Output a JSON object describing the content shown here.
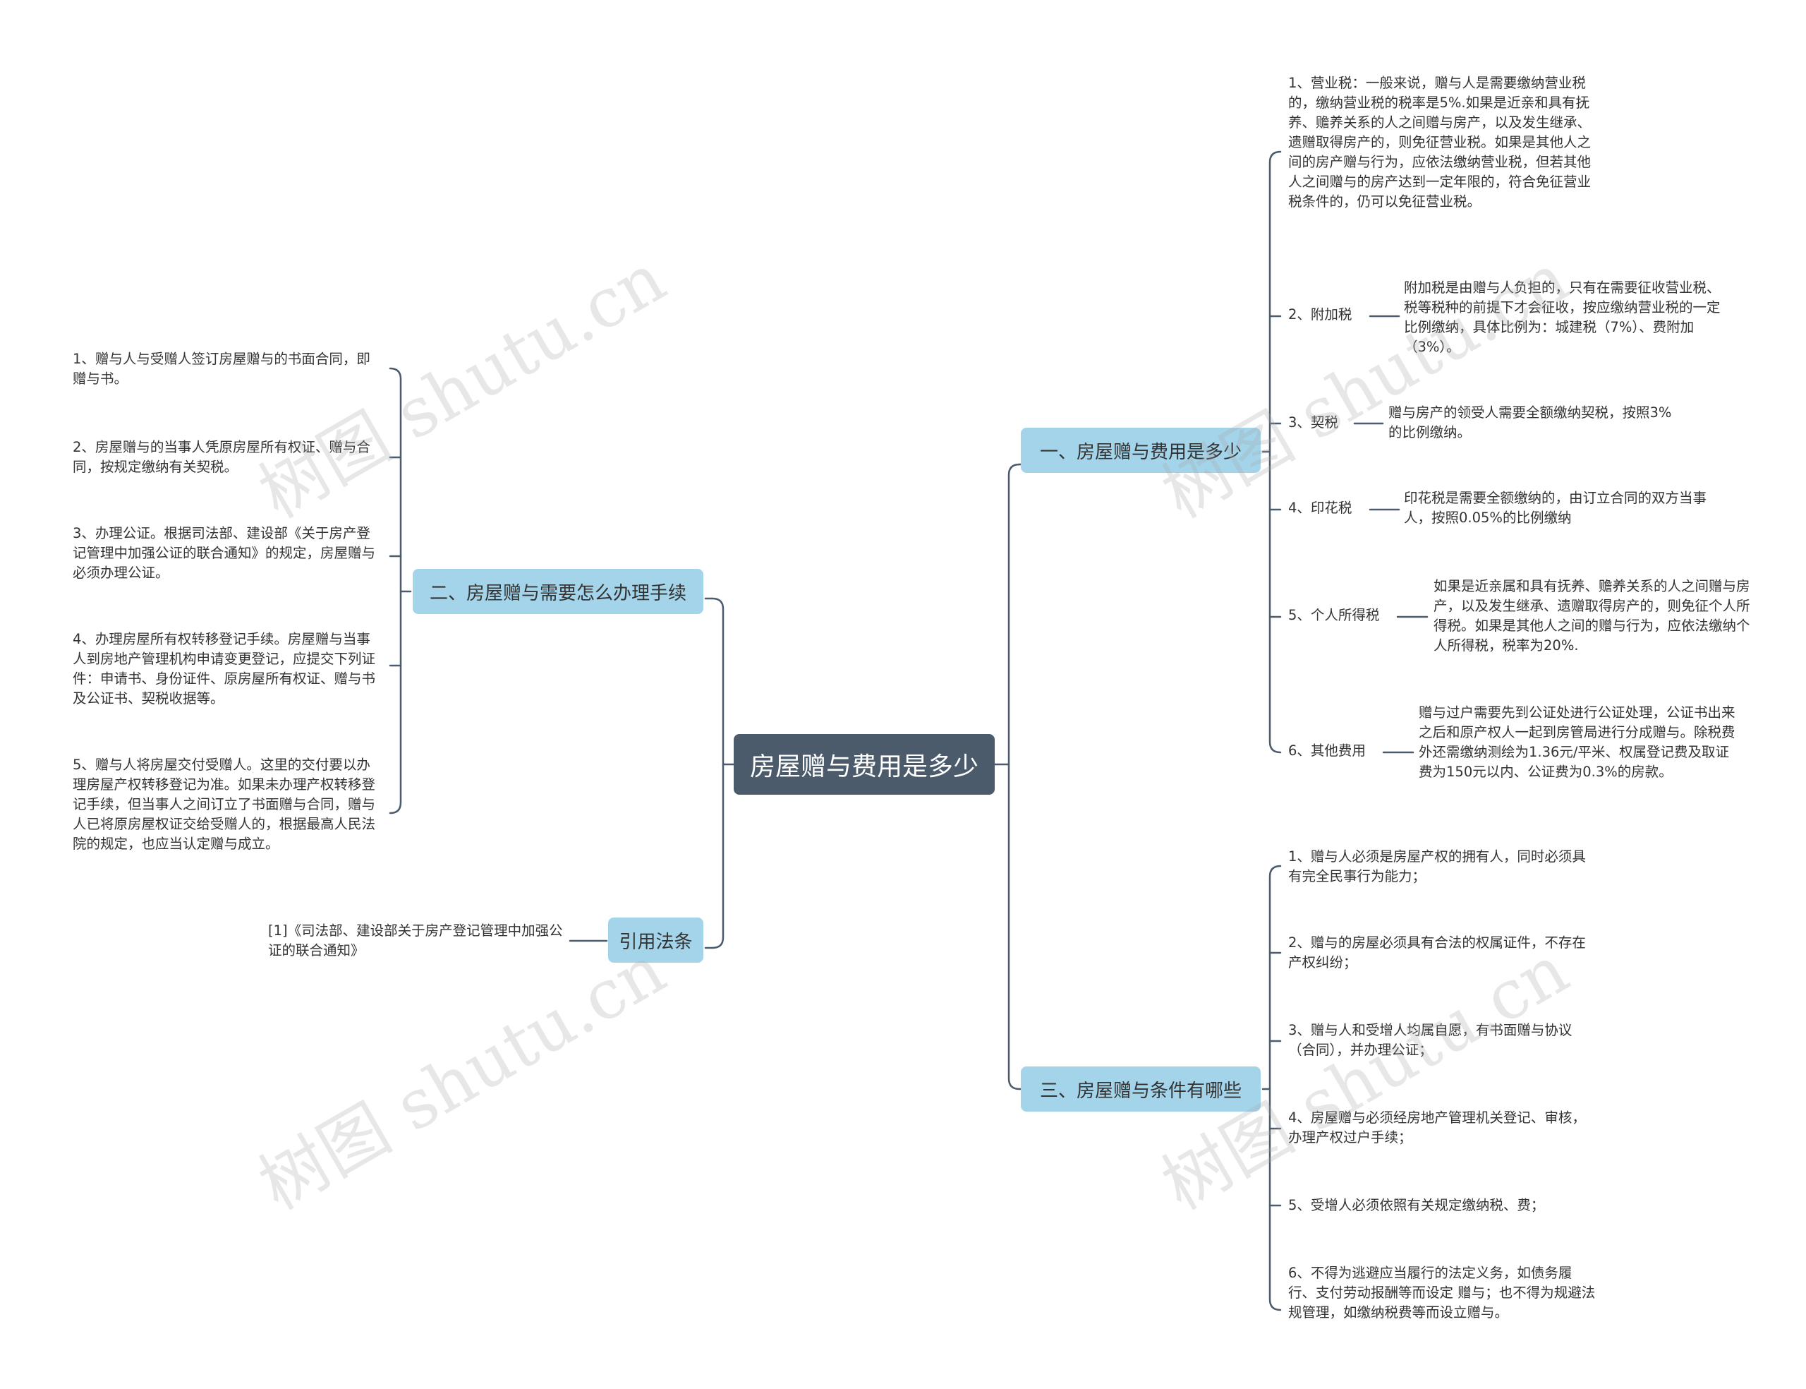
{
  "root": "房屋赠与费用是多少",
  "watermark": "树图 shutu.cn",
  "left": {
    "b2": {
      "title": "二、房屋赠与需要怎么办理手续",
      "items": [
        "1、赠与人与受赠人签订房屋赠与的书面合同，即赠与书。",
        "2、房屋赠与的当事人凭原房屋所有权证、赠与合同，按规定缴纳有关契税。",
        "3、办理公证。根据司法部、建设部《关于房产登记管理中加强公证的联合通知》的规定，房屋赠与必须办理公证。",
        "4、办理房屋所有权转移登记手续。房屋赠与当事人到房地产管理机构申请变更登记，应提交下列证件：申请书、身份证件、原房屋所有权证、赠与书及公证书、契税收据等。",
        "5、赠与人将房屋交付受赠人。这里的交付要以办理房屋产权转移登记为准。如果未办理产权转移登记手续，但当事人之间订立了书面赠与合同，赠与人已将原房屋权证交给受赠人的，根据最高人民法院的规定，也应当认定赠与成立。"
      ]
    },
    "ref": {
      "title": "引用法条",
      "items": [
        "[1]《司法部、建设部关于房产登记管理中加强公证的联合通知》"
      ]
    }
  },
  "right": {
    "b1": {
      "title": "一、房屋赠与费用是多少",
      "items": [
        {
          "label": "",
          "text": "1、营业税：一般来说，赠与人是需要缴纳营业税的，缴纳营业税的税率是5%.如果是近亲和具有抚养、赡养关系的人之间赠与房产，以及发生继承、遗赠取得房产的，则免征营业税。如果是其他人之间的房产赠与行为，应依法缴纳营业税，但若其他人之间赠与的房产达到一定年限的，符合免征营业税条件的，仍可以免征营业税。"
        },
        {
          "label": "2、附加税",
          "text": "附加税是由赠与人负担的，只有在需要征收营业税、税等税种的前提下才会征收，按应缴纳营业税的一定比例缴纳，具体比例为：城建税（7%）、费附加（3%）。"
        },
        {
          "label": "3、契税",
          "text": "赠与房产的领受人需要全额缴纳契税，按照3%的比例缴纳。"
        },
        {
          "label": "4、印花税",
          "text": "印花税是需要全额缴纳的，由订立合同的双方当事人，按照0.05%的比例缴纳"
        },
        {
          "label": "5、个人所得税",
          "text": "如果是近亲属和具有抚养、赡养关系的人之间赠与房产，以及发生继承、遗赠取得房产的，则免征个人所得税。如果是其他人之间的赠与行为，应依法缴纳个人所得税，税率为20%."
        },
        {
          "label": "6、其他费用",
          "text": "赠与过户需要先到公证处进行公证处理，公证书出来之后和原产权人一起到房管局进行分成赠与。除税费外还需缴纳测绘为1.36元/平米、权属登记费及取证费为150元以内、公证费为0.3%的房款。"
        }
      ]
    },
    "b3": {
      "title": "三、房屋赠与条件有哪些",
      "items": [
        "1、赠与人必须是房屋产权的拥有人，同时必须具有完全民事行为能力；",
        "2、赠与的房屋必须具有合法的权属证件，不存在产权纠纷；",
        "3、赠与人和受增人均属自愿，有书面赠与协议（合同），并办理公证；",
        "4、房屋赠与必须经房地产管理机关登记、审核，办理产权过户手续；",
        "5、受增人必须依照有关规定缴纳税、费；",
        "6、不得为逃避应当履行的法定义务，如债务履行、支付劳动报酬等而设定 赠与；也不得为规避法规管理，如缴纳税费等而设立赠与。"
      ]
    }
  }
}
